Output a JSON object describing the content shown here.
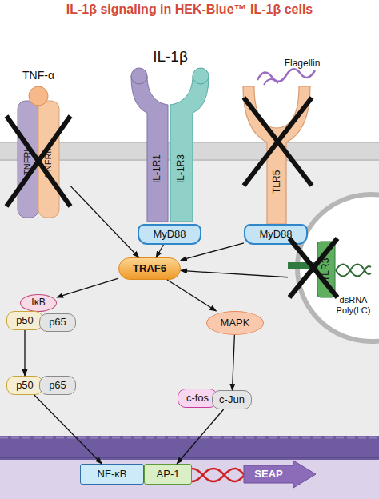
{
  "diagram": {
    "title": "IL-1β signaling in HEK-Blue™ IL-1β cells",
    "nodes": [
      {
        "text": [
          "TNF-α",
          "TNFRI",
          "TNFRII"
        ]
      },
      {
        "text": [
          "IL-1β",
          "IL-1R1",
          "IL-1R3"
        ]
      },
      {
        "text": [
          "MyD88"
        ]
      },
      {
        "text": [
          "Flagellin",
          "TLR5"
        ]
      },
      {
        "text": [
          "MyD88"
        ]
      },
      {
        "text": [
          "TLR3",
          "dsRNA Poly(I:C)"
        ]
      },
      {
        "text": [
          "TRAF6"
        ]
      },
      {
        "text": [
          "IκB"
        ]
      },
      {
        "text": [
          "p50"
        ]
      },
      {
        "text": [
          "p65"
        ]
      },
      {
        "text": [
          "MAPK"
        ]
      },
      {
        "text": [
          "p50"
        ]
      },
      {
        "text": [
          "p65"
        ]
      },
      {
        "text": [
          "c-fos"
        ]
      },
      {
        "text": [
          "c-Jun"
        ]
      },
      {
        "text": [
          "NF-κB"
        ]
      },
      {
        "text": [
          "AP-1"
        ]
      },
      {
        "text": [
          "SEAP"
        ]
      }
    ],
    "edges": [
      {
        "from": 0,
        "to": 6,
        "arrow": "to"
      },
      {
        "from": 2,
        "to": 6,
        "arrow": "to"
      },
      {
        "from": 4,
        "to": 6,
        "arrow": "to"
      },
      {
        "from": 5,
        "to": 6,
        "arrow": "to"
      },
      {
        "from": 6,
        "to": 7,
        "arrow": "to"
      },
      {
        "from": 6,
        "to": 10,
        "arrow": "to"
      },
      {
        "from": 8,
        "to": 11,
        "arrow": "to"
      },
      {
        "from": 10,
        "to": 14,
        "arrow": "to"
      },
      {
        "from": 11,
        "to": 15,
        "arrow": "to"
      },
      {
        "from": 14,
        "to": 16,
        "arrow": "to"
      }
    ]
  }
}
